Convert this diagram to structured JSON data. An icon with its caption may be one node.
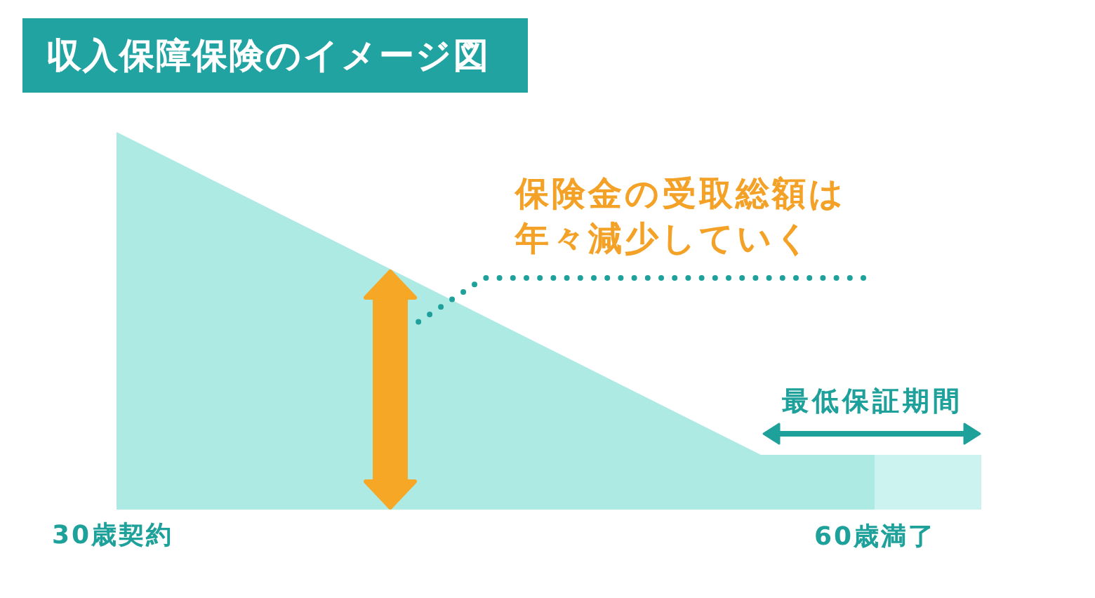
{
  "diagram": {
    "title": "収入保障保険のイメージ図",
    "nodes": [
      {
        "text": [
          "保険金の受取総額は年々減少していく"
        ]
      },
      {
        "text": [],
        "shape": "arrow"
      }
    ],
    "edges": [
      {
        "from": 0,
        "to": 1,
        "arrow": "none",
        "style": "dashed",
        "color": "#1fa19b"
      }
    ],
    "labels": [
      "最低保証期間",
      "30歳契約",
      "60歳満了"
    ]
  }
}
